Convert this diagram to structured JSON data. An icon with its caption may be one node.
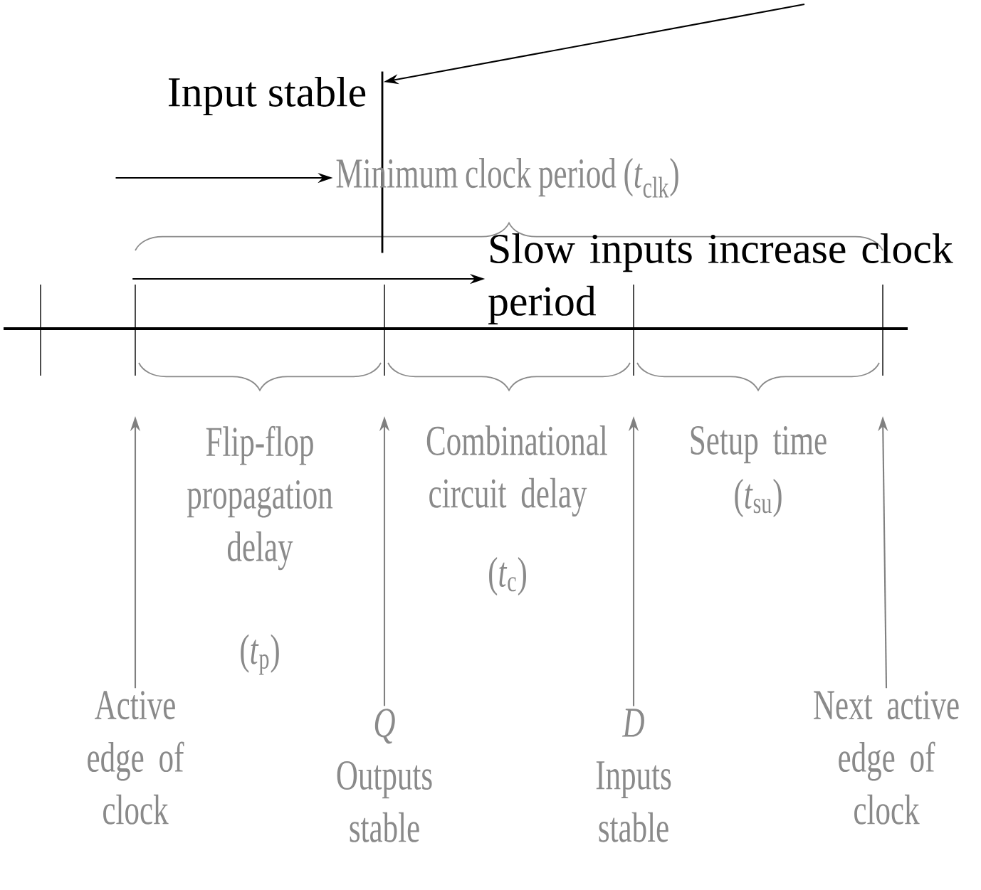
{
  "diagram": {
    "nodes": [
      {
        "text": [
          "Input stable"
        ]
      },
      {
        "text": [],
        "shape": "bar"
      },
      {
        "text": [
          "Minimum clock period (*t*$_{clk}$)"
        ]
      },
      {
        "text": [
          "Slow inputs increase clock period"
        ]
      },
      {
        "text": [
          "Active edge of clock"
        ]
      },
      {
        "text": [
          "Q",
          "Outputs stable"
        ]
      },
      {
        "text": [
          "D",
          "Inputs stable"
        ]
      },
      {
        "text": [
          "Next active edge of clock"
        ]
      }
    ],
    "edges": [
      {
        "from": null,
        "to": 1,
        "arrow": "to",
        "color": "#000000"
      },
      {
        "from": null,
        "to": 2,
        "arrow": "to",
        "color": "#000000"
      },
      {
        "from": null,
        "to": 3,
        "arrow": "to",
        "color": "#000000"
      },
      {
        "from": 4,
        "to": null,
        "arrow": "to",
        "color": "#808080"
      },
      {
        "from": 5,
        "to": null,
        "arrow": "to",
        "color": "#808080"
      },
      {
        "from": 6,
        "to": null,
        "arrow": "to",
        "color": "#808080"
      },
      {
        "from": 7,
        "to": null,
        "arrow": "to",
        "color": "#808080"
      }
    ],
    "labels": [
      "Flip-flop propagation delay",
      "(*t*$_{p}$)",
      "Combinational circuit delay",
      "(*t*$_{c}$)",
      "Setup time",
      "(*t*$_{su}$)"
    ]
  }
}
